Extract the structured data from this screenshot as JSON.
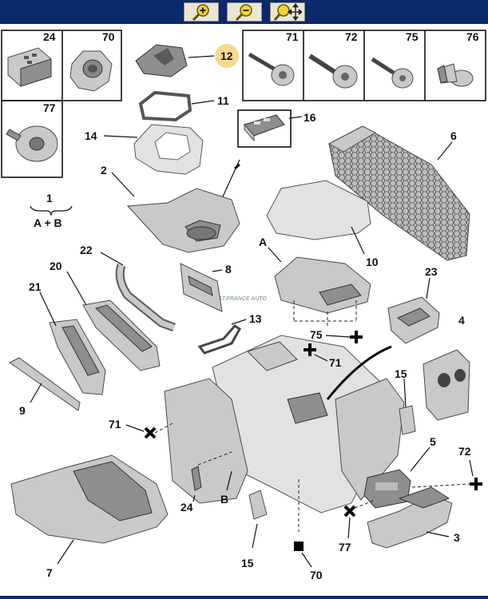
{
  "toolbar": {
    "zoom_in_icon": "zoom-in-icon",
    "zoom_out_icon": "zoom-out-icon",
    "zoom_move_icon": "zoom-pan-icon"
  },
  "diagram": {
    "watermark": "CAT.FRANCE AUTO",
    "formula": {
      "top": "1",
      "bottom": "A + B"
    },
    "boxed_parts": {
      "p24": "24",
      "p70": "70",
      "p71": "71",
      "p72": "72",
      "p75": "75",
      "p76": "76",
      "p77": "77"
    },
    "labels": {
      "l12": "12",
      "l11": "11",
      "l14": "14",
      "l16": "16",
      "l6": "6",
      "l2": "2",
      "l10": "10",
      "lA": "A",
      "l22": "22",
      "l8": "8",
      "l23": "23",
      "l20": "20",
      "l21": "21",
      "l13": "13",
      "l4": "4",
      "l75": "75",
      "l71a": "71",
      "l15a": "15",
      "l9": "9",
      "l71b": "71",
      "l5": "5",
      "l72": "72",
      "l24": "24",
      "lB": "B",
      "l3": "3",
      "l77": "77",
      "l7": "7",
      "l15b": "15",
      "l70": "70"
    }
  }
}
